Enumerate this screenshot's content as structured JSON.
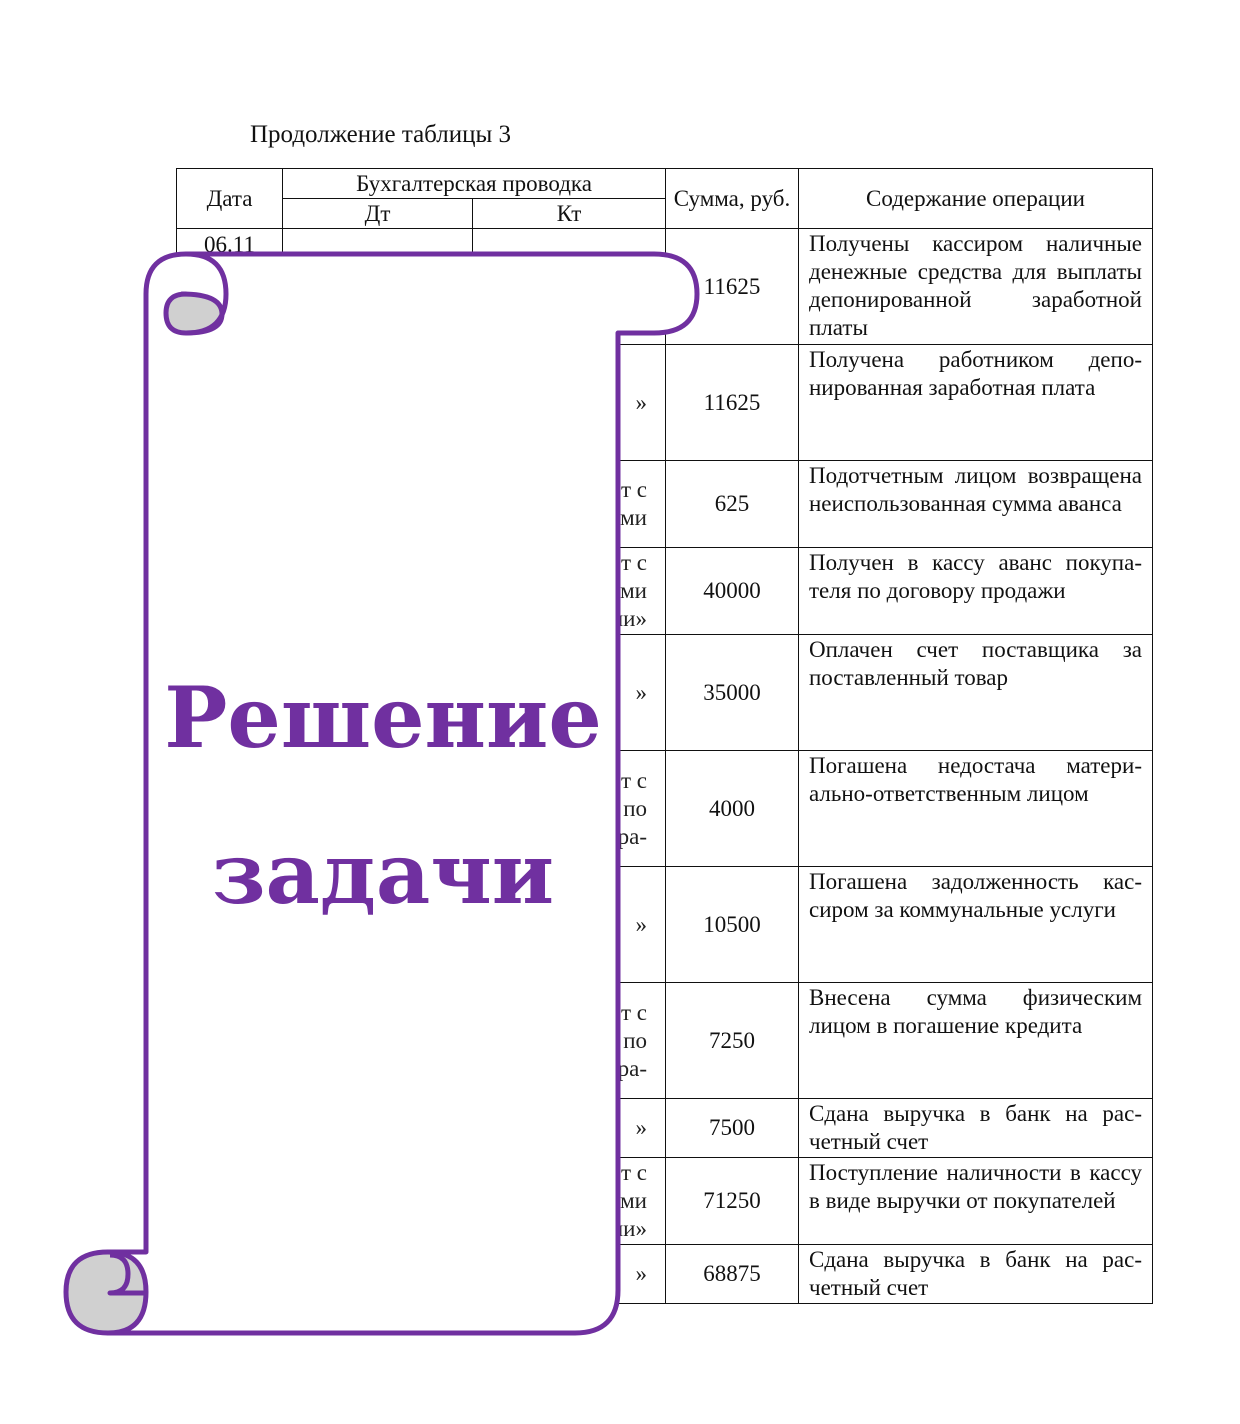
{
  "caption": "Продолжение таблицы 3",
  "table": {
    "headers": {
      "date": "Дата",
      "entry": "Бухгалтерская проводка",
      "debit": "Дт",
      "credit": "Кт",
      "amount": "Сумма, руб.",
      "description": "Содержание операции"
    },
    "rows": [
      {
        "date": "06.11",
        "debit": "",
        "credit": "",
        "amount": "11625",
        "description": "Получены кассиром наличные денежные средства для выпла­ты депонированной заработ­ной платы"
      },
      {
        "date": "",
        "debit": "",
        "credit": "»",
        "amount": "11625",
        "description": "Получена работником депо­нированная заработная плата"
      },
      {
        "date": "",
        "debit": "",
        "credit": "т с\nми",
        "amount": "625",
        "description": "Подотчетным лицом возвра­щена неиспользованная сумма аванса"
      },
      {
        "date": "",
        "debit": "",
        "credit": "т с\nми\nми»",
        "amount": "40000",
        "description": "Получен в кассу аванс покупа­теля по договору продажи"
      },
      {
        "date": "",
        "debit": "",
        "credit": "»",
        "amount": "35000",
        "description": "Оплачен счет поставщика за поставленный товар"
      },
      {
        "date": "",
        "debit": "",
        "credit": "т с\nпо\nра-",
        "amount": "4000",
        "description": "Погашена недостача матери­ально-ответственным лицом"
      },
      {
        "date": "",
        "debit": "",
        "credit": "»",
        "amount": "10500",
        "description": "Погашена задолженность кас­сиром за коммунальные услу­ги"
      },
      {
        "date": "",
        "debit": "",
        "credit": "т с\nпо\nра-",
        "amount": "7250",
        "description": "Внесена сумма физическим лицом в погашение кредита"
      },
      {
        "date": "",
        "debit": "",
        "credit": "»",
        "amount": "7500",
        "description": "Сдана выручка в банк на рас­четный счет"
      },
      {
        "date": "",
        "debit": "",
        "credit": "т с\nми\nми»",
        "amount": "71250",
        "description": "Поступление наличности в кассу в виде выручки от поку­пателей"
      },
      {
        "date": "",
        "debit": "",
        "credit": "»",
        "amount": "68875",
        "description": "Сдана выручка в банк  на рас­четный счет"
      }
    ]
  },
  "scroll": {
    "title_line1": "Решение",
    "title_line2": "задачи",
    "stroke_color": "#7030a0",
    "curl_fill": "#d0d0d0",
    "text_color": "#7030a0"
  }
}
